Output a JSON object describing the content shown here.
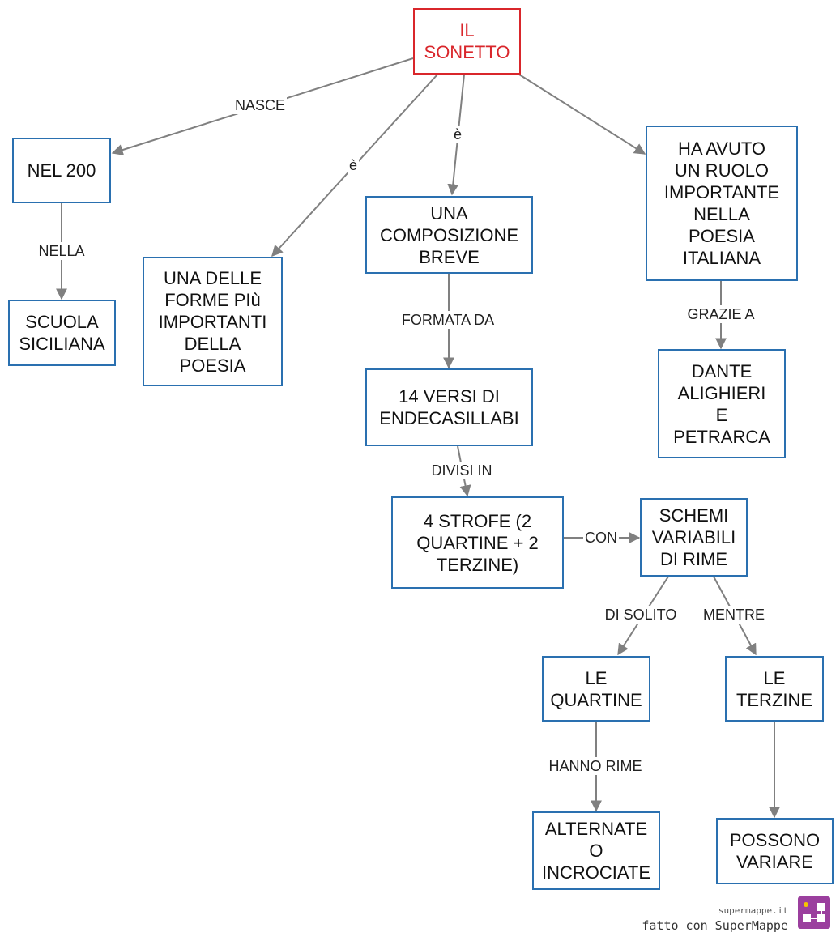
{
  "nodes": {
    "il_sonetto": "IL\nSONETTO",
    "nel_200": "NEL 200",
    "scuola_siciliana": "SCUOLA\nSICILIANA",
    "una_delle_forme": "UNA DELLE\nFORME PIù\nIMPORTANTI\nDELLA\nPOESIA",
    "una_composizione": "UNA\nCOMPOSIZIONE\nBREVE",
    "quattordici_versi": "14 VERSI DI\nENDECASILLABI",
    "quattro_strofe": "4 STROFE (2\nQUARTINE + 2\nTERZINE)",
    "schemi_variabili": "SCHEMI\nVARIABILI\nDI RIME",
    "le_quartine": "LE\nQUARTINE",
    "le_terzine": "LE\nTERZINE",
    "alternate": "ALTERNATE\nO\nINCROCIATE",
    "possono_variare": "POSSONO\nVARIARE",
    "ha_avuto": "HA AVUTO\nUN RUOLO\nIMPORTANTE\nNELLA\nPOESIA\nITALIANA",
    "dante": "DANTE\nALIGHIERI\nE\nPETRARCA"
  },
  "edge_labels": {
    "nasce": "NASCE",
    "nella": "NELLA",
    "e_forme": "è",
    "e_composizione": "è",
    "formata_da": "FORMATA DA",
    "divisi_in": "DIVISI IN",
    "con": "CON",
    "di_solito": "DI SOLITO",
    "mentre": "MENTRE",
    "hanno_rime": "HANNO RIME",
    "grazie_a": "GRAZIE A"
  },
  "branding": {
    "site": "supermappe.it",
    "made_with": "fatto con SuperMappe"
  },
  "colors": {
    "root_border": "#d9262b",
    "node_border": "#2a70b0",
    "arrow": "#808080",
    "logo": "#9b3f9e"
  }
}
